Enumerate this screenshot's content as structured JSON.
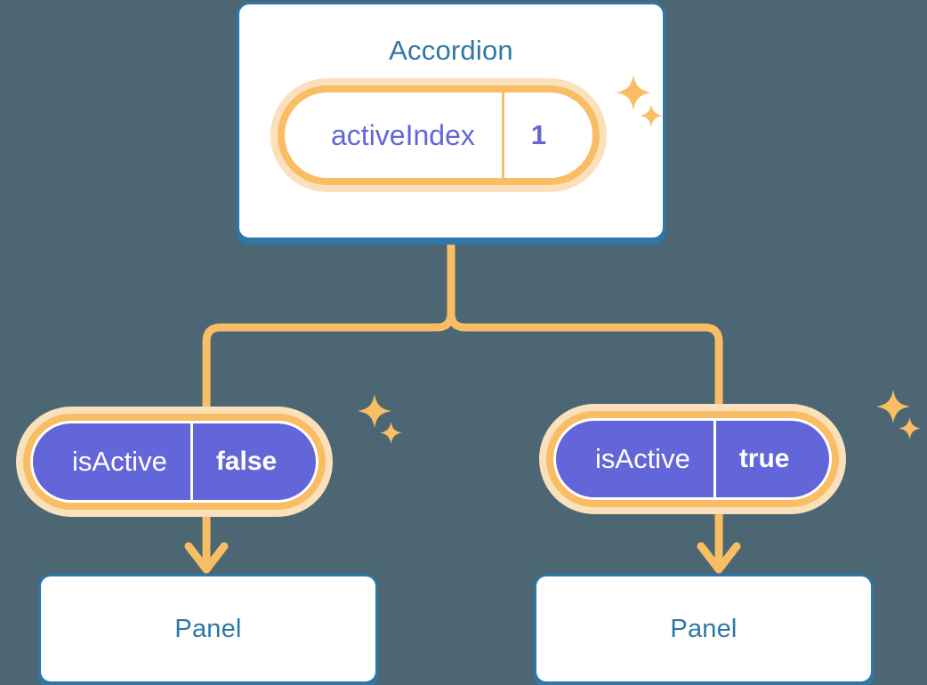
{
  "diagram": {
    "type": "component-tree",
    "background_color": "#4c6773",
    "accent_colors": {
      "card_border": "#2e77a6",
      "card_title_text": "#2e77a6",
      "connector_line": "#f9bd63",
      "pill_ring_inner": "#f9bd63",
      "pill_ring_outer": "#fae0bb",
      "pill_state_fill": "#ffffff",
      "pill_state_text": "#6366d8",
      "pill_prop_fill": "#6366d8",
      "pill_prop_text": "#ffffff",
      "sparkle": "#f9bd63"
    }
  },
  "root": {
    "title": "Accordion",
    "state_pill": {
      "key": "activeIndex",
      "value": "1"
    }
  },
  "branches": [
    {
      "prop_pill": {
        "key": "isActive",
        "value": "false"
      },
      "child": {
        "title": "Panel"
      }
    },
    {
      "prop_pill": {
        "key": "isActive",
        "value": "true"
      },
      "child": {
        "title": "Panel"
      }
    }
  ],
  "decorations": {
    "sparkle_icon_name": "sparkle-four-point-icon",
    "groups": [
      {
        "name": "accordion-state-sparkles",
        "count": 2
      },
      {
        "name": "left-prop-sparkles",
        "count": 2
      },
      {
        "name": "right-prop-sparkles",
        "count": 2
      }
    ]
  }
}
